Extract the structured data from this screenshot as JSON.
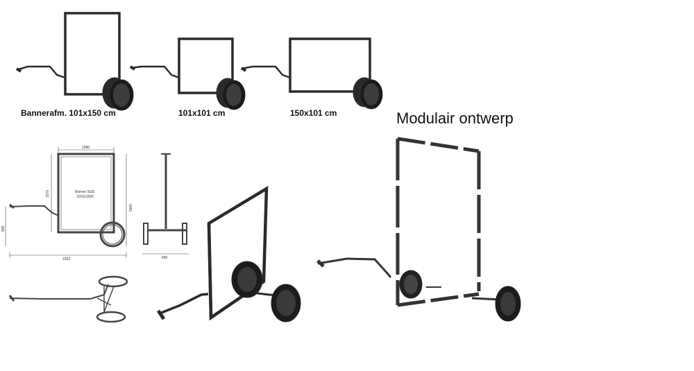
{
  "labels": {
    "trailer_1": "Bannerafm. 101x150 cm",
    "trailer_2": "101x101 cm",
    "trailer_3": "150x101 cm",
    "modular_title": "Modulair ontwerp"
  },
  "drawing": {
    "top_width": "1080",
    "frame_height": "1570",
    "total_height": "1865",
    "hitch_height": "909",
    "total_length": "2262",
    "base_width": "895",
    "banner_size_title": "Banner SIZE",
    "banner_size_value": "1010x1500"
  },
  "colors": {
    "frame": "#2a2a2a",
    "wheel": "#1a1a1a",
    "line": "#444444"
  }
}
